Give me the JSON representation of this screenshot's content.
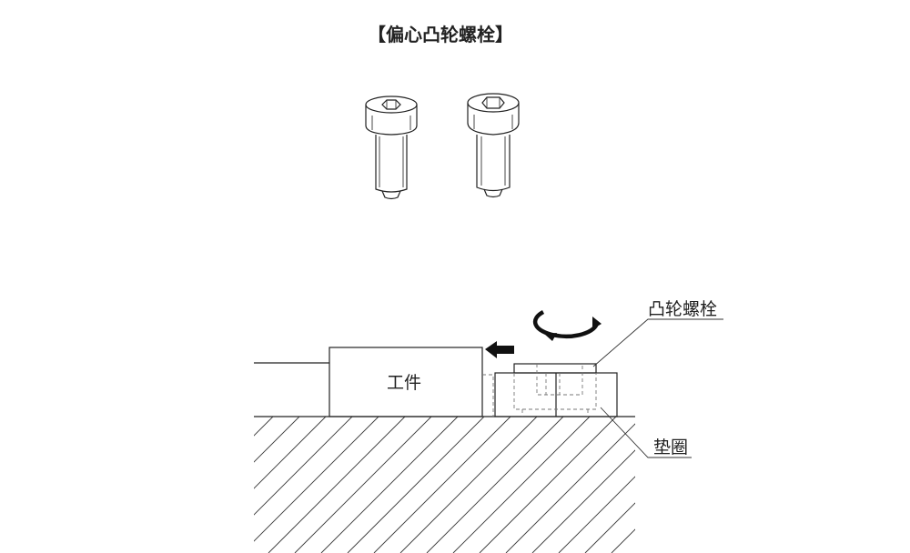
{
  "title": "【偏心凸轮螺栓】",
  "labels": {
    "cam_bolt": "凸轮螺栓",
    "washer": "垫圈",
    "workpiece": "工件"
  },
  "icons": {
    "rotation": "rotation-arrow-icon",
    "push": "push-left-arrow-icon"
  }
}
